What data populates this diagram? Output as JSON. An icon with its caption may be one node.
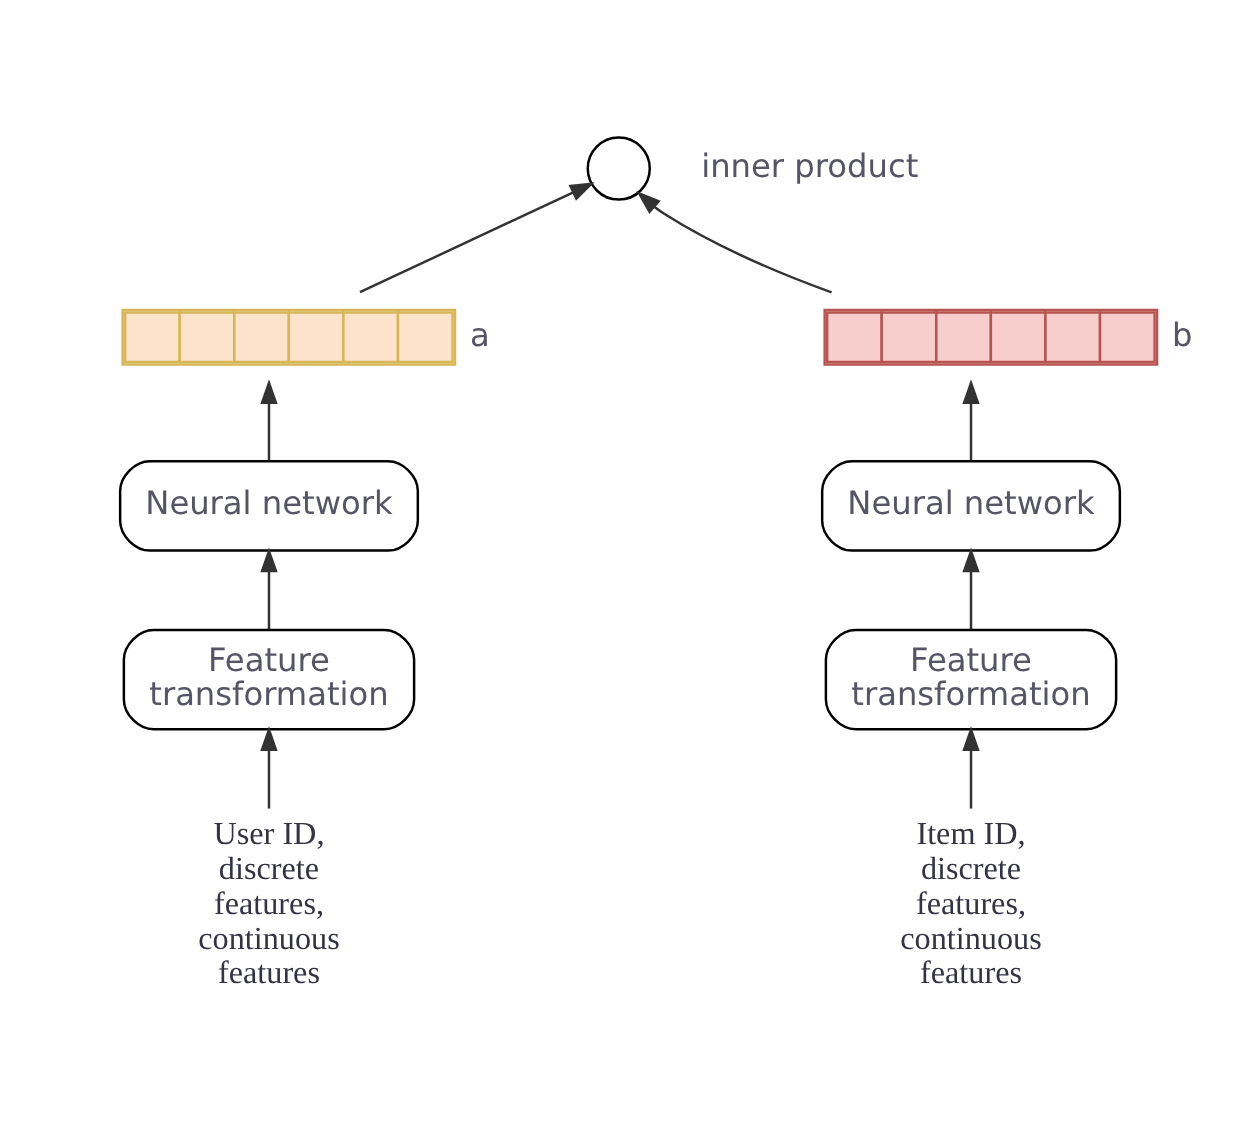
{
  "diagram": {
    "nodes": [
      {
        "text": [],
        "shape": "circle",
        "beside": [
          "inner product"
        ]
      },
      {
        "text": [],
        "shape": "bar",
        "beside": [
          "a"
        ]
      },
      {
        "text": [],
        "shape": "bar",
        "beside": [
          "b"
        ]
      },
      {
        "text": [
          "Neural network"
        ]
      },
      {
        "text": [
          "Neural network"
        ]
      },
      {
        "text": [
          "Feature transformation"
        ]
      },
      {
        "text": [
          "Feature transformation"
        ]
      },
      {
        "text": [
          "User ID, discrete features, continuous features"
        ]
      },
      {
        "text": [
          "Item ID, discrete features, continuous features"
        ]
      }
    ],
    "edges": [
      {
        "from": 1,
        "to": 0,
        "arrow": "to"
      },
      {
        "from": 2,
        "to": 0,
        "arrow": "to"
      },
      {
        "from": 3,
        "to": 1,
        "arrow": "to"
      },
      {
        "from": 4,
        "to": 2,
        "arrow": "to"
      },
      {
        "from": 5,
        "to": 3,
        "arrow": "to"
      },
      {
        "from": 6,
        "to": 4,
        "arrow": "to"
      },
      {
        "from": 7,
        "to": 5,
        "arrow": "to"
      },
      {
        "from": 8,
        "to": 6,
        "arrow": "to"
      }
    ]
  }
}
